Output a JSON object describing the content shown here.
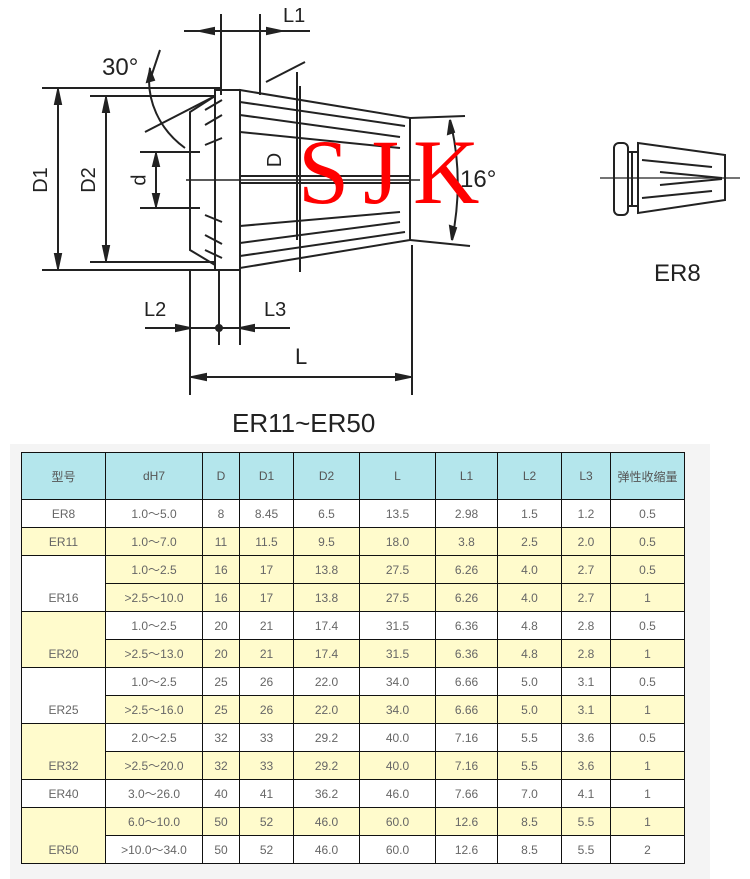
{
  "diagram": {
    "main_caption": "ER11~ER50",
    "secondary_caption": "ER8",
    "watermark": "SJK",
    "labels": {
      "angle_30": "30°",
      "angle_16": "16°",
      "L1": "L1",
      "L2": "L2",
      "L3": "L3",
      "L": "L",
      "D1": "D1",
      "D2": "D2",
      "d": "d",
      "D": "D"
    }
  },
  "table": {
    "headers": [
      "型号",
      "dH7",
      "D",
      "D1",
      "D2",
      "L",
      "L1",
      "L2",
      "L3",
      "弹性收缩量"
    ],
    "groups": [
      {
        "model": "ER8",
        "rows": [
          {
            "dH7": "1.0～5.0",
            "D": "8",
            "D1": "8.45",
            "D2": "6.5",
            "L": "13.5",
            "L1": "2.98",
            "L2": "1.5",
            "L3": "1.2",
            "shrink": "0.5"
          }
        ]
      },
      {
        "model": "ER11",
        "rows": [
          {
            "dH7": "1.0～7.0",
            "D": "11",
            "D1": "11.5",
            "D2": "9.5",
            "L": "18.0",
            "L1": "3.8",
            "L2": "2.5",
            "L3": "2.0",
            "shrink": "0.5"
          }
        ]
      },
      {
        "model": "ER16",
        "rows": [
          {
            "dH7": "1.0～2.5",
            "D": "16",
            "D1": "17",
            "D2": "13.8",
            "L": "27.5",
            "L1": "6.26",
            "L2": "4.0",
            "L3": "2.7",
            "shrink": "0.5"
          },
          {
            "dH7": ">2.5～10.0",
            "D": "16",
            "D1": "17",
            "D2": "13.8",
            "L": "27.5",
            "L1": "6.26",
            "L2": "4.0",
            "L3": "2.7",
            "shrink": "1"
          }
        ]
      },
      {
        "model": "ER20",
        "rows": [
          {
            "dH7": "1.0～2.5",
            "D": "20",
            "D1": "21",
            "D2": "17.4",
            "L": "31.5",
            "L1": "6.36",
            "L2": "4.8",
            "L3": "2.8",
            "shrink": "0.5"
          },
          {
            "dH7": ">2.5～13.0",
            "D": "20",
            "D1": "21",
            "D2": "17.4",
            "L": "31.5",
            "L1": "6.36",
            "L2": "4.8",
            "L3": "2.8",
            "shrink": "1"
          }
        ]
      },
      {
        "model": "ER25",
        "rows": [
          {
            "dH7": "1.0～2.5",
            "D": "25",
            "D1": "26",
            "D2": "22.0",
            "L": "34.0",
            "L1": "6.66",
            "L2": "5.0",
            "L3": "3.1",
            "shrink": "0.5"
          },
          {
            "dH7": ">2.5～16.0",
            "D": "25",
            "D1": "26",
            "D2": "22.0",
            "L": "34.0",
            "L1": "6.66",
            "L2": "5.0",
            "L3": "3.1",
            "shrink": "1"
          }
        ]
      },
      {
        "model": "ER32",
        "rows": [
          {
            "dH7": "2.0～2.5",
            "D": "32",
            "D1": "33",
            "D2": "29.2",
            "L": "40.0",
            "L1": "7.16",
            "L2": "5.5",
            "L3": "3.6",
            "shrink": "0.5"
          },
          {
            "dH7": ">2.5～20.0",
            "D": "32",
            "D1": "33",
            "D2": "29.2",
            "L": "40.0",
            "L1": "7.16",
            "L2": "5.5",
            "L3": "3.6",
            "shrink": "1"
          }
        ]
      },
      {
        "model": "ER40",
        "rows": [
          {
            "dH7": "3.0～26.0",
            "D": "40",
            "D1": "41",
            "D2": "36.2",
            "L": "46.0",
            "L1": "7.66",
            "L2": "7.0",
            "L3": "4.1",
            "shrink": "1"
          }
        ]
      },
      {
        "model": "ER50",
        "rows": [
          {
            "dH7": "6.0～10.0",
            "D": "50",
            "D1": "52",
            "D2": "46.0",
            "L": "60.0",
            "L1": "12.6",
            "L2": "8.5",
            "L3": "5.5",
            "shrink": "1"
          },
          {
            "dH7": ">10.0～34.0",
            "D": "50",
            "D1": "52",
            "D2": "46.0",
            "L": "60.0",
            "L1": "12.6",
            "L2": "8.5",
            "L3": "5.5",
            "shrink": "2"
          }
        ]
      }
    ]
  },
  "colors": {
    "header_bg": "#b4e6ec",
    "row_yellow": "#fffbcc",
    "row_white": "#ffffff",
    "watermark": "#ff0000"
  }
}
